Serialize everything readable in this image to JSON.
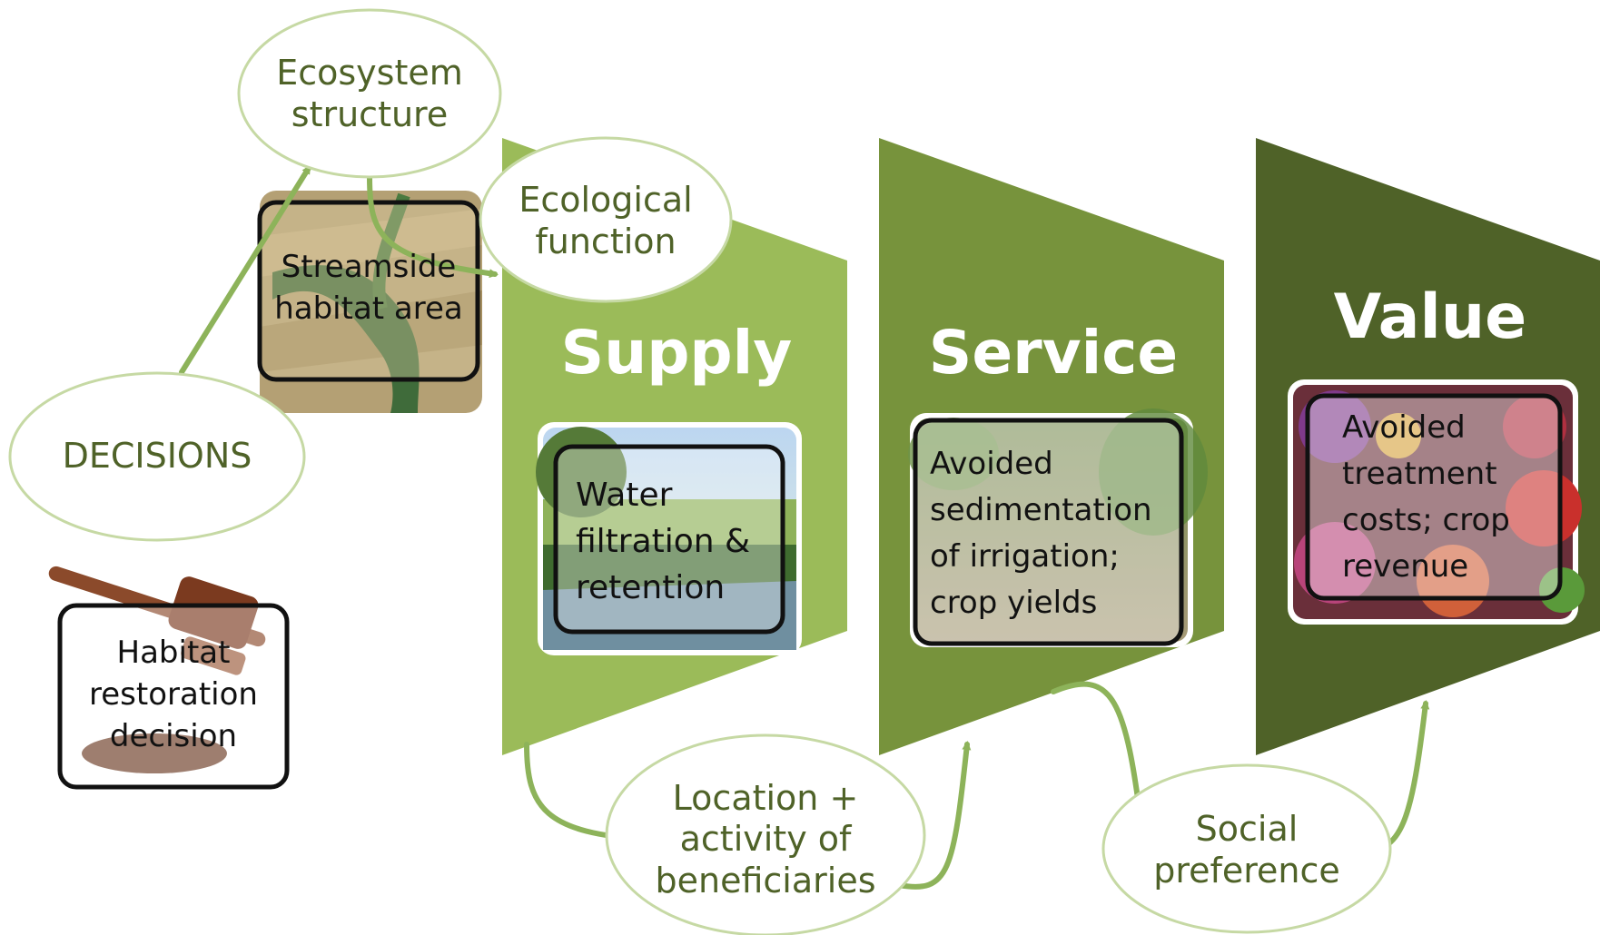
{
  "ovals": {
    "ecosystem_structure": {
      "line1": "Ecosystem",
      "line2": "structure"
    },
    "ecological_function": {
      "line1": "Ecological",
      "line2": "function"
    },
    "decisions": "DECISIONS",
    "beneficiaries": {
      "line1": "Location +",
      "line2": "activity of",
      "line3": "beneficiaries"
    },
    "social_preference": {
      "line1": "Social",
      "line2": "preference"
    }
  },
  "stages": {
    "supply": {
      "title": "Supply",
      "box": [
        "Water",
        "filtration &",
        "retention"
      ]
    },
    "service": {
      "title": "Service",
      "box": [
        "Avoided",
        "sedimentation",
        "of irrigation;",
        "crop yields"
      ]
    },
    "value": {
      "title": "Value",
      "box": [
        "Avoided",
        "treatment",
        "costs; crop",
        "revenue"
      ]
    }
  },
  "boxes": {
    "streamside": [
      "Streamside",
      "habitat area"
    ],
    "habitat_decision": [
      "Habitat",
      "restoration",
      "decision"
    ]
  },
  "colors": {
    "supply_fill": "#9bbb59",
    "service_fill": "#77933c",
    "value_fill": "#4f6228",
    "arrow": "#8db35a",
    "oval_text": "#4f6228"
  },
  "icons": [
    "gavel-image",
    "aerial-farmland-image",
    "stream-field-image",
    "muddy-stream-image",
    "produce-image"
  ]
}
